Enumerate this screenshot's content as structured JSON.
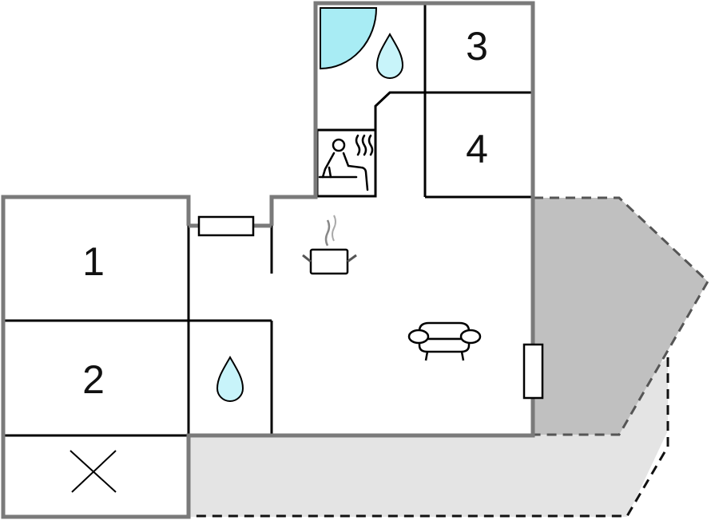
{
  "floorplan": {
    "rooms": [
      {
        "id": "room-1",
        "label": "1"
      },
      {
        "id": "room-2",
        "label": "2"
      },
      {
        "id": "room-3",
        "label": "3"
      },
      {
        "id": "room-4",
        "label": "4"
      }
    ],
    "icons": {
      "shower": "shower-icon",
      "bathroom_drop_top": "water-drop-icon",
      "bathroom_drop_bottom": "water-drop-icon",
      "sauna": "sauna-icon",
      "kitchen": "cooking-pot-icon",
      "living": "sofa-icon",
      "storage": "cross-icon"
    },
    "areas": {
      "covered_terrace": "covered-terrace",
      "open_terrace": "open-terrace"
    },
    "colors": {
      "outer_wall": "#7a7a7a",
      "inner_wall": "#000000",
      "water": "#c8f4fa",
      "shower_fill": "#a8ecf4",
      "covered_terrace": "#c0c0c0",
      "open_terrace": "#e4e4e4"
    }
  }
}
